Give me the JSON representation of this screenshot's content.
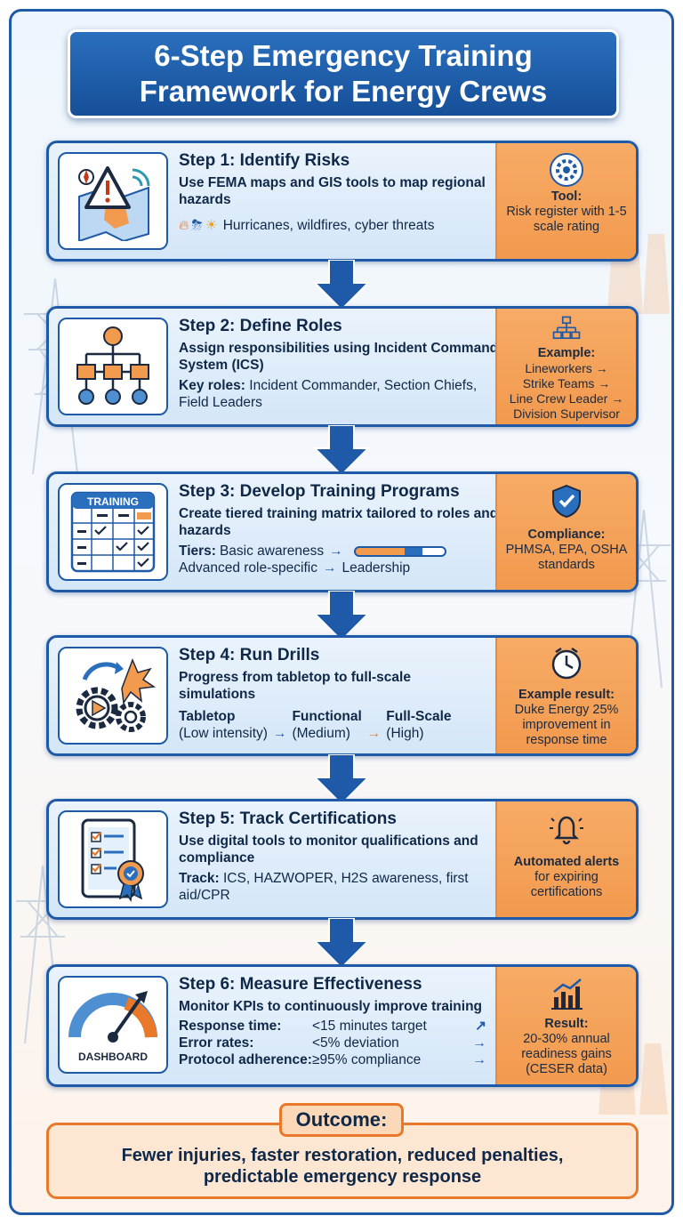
{
  "title": {
    "line1": "6-Step Emergency Training",
    "line2": "Framework for Energy Crews"
  },
  "colors": {
    "primary": "#1e5aa8",
    "accent": "#f29a4e",
    "panel": "#d4e6f8"
  },
  "steps": [
    {
      "title": "Step 1: Identify Risks",
      "desc": "Use FEMA maps and GIS tools to map regional hazards",
      "extra": "Hurricanes, wildfires, cyber threats",
      "icon": "warning-map-icon",
      "side": {
        "icon": "gear-icon",
        "label": "Tool:",
        "text": "Risk register with 1-5 scale rating"
      }
    },
    {
      "title": "Step 2: Define Roles",
      "desc": "Assign responsibilities using Incident Command System (ICS)",
      "extra_label": "Key roles:",
      "extra": "Incident Commander, Section Chiefs, Field Leaders",
      "icon": "org-chart-icon",
      "side": {
        "icon": "hierarchy-icon",
        "label": "Example:",
        "lines": [
          "Lineworkers →",
          "Strike Teams →",
          "Line Crew Leader →",
          "Division Supervisor"
        ]
      }
    },
    {
      "title": "Step 3: Develop Training Programs",
      "desc": "Create tiered training matrix tailored to roles and hazards",
      "tiers_label": "Tiers:",
      "tier1": "Basic awareness",
      "tier2": "Advanced role-specific",
      "tier3": "Leadership",
      "icon": "training-matrix-icon",
      "icon_label": "TRAINING",
      "side": {
        "icon": "shield-check-icon",
        "label": "Compliance:",
        "text": "PHMSA, EPA, OSHA standards"
      }
    },
    {
      "title": "Step 4: Run Drills",
      "desc": "Progress from tabletop to full-scale simulations",
      "drills": [
        {
          "name": "Tabletop",
          "level": "(Low intensity)"
        },
        {
          "name": "Functional",
          "level": "(Medium)"
        },
        {
          "name": "Full-Scale",
          "level": "(High)"
        }
      ],
      "icon": "gears-play-icon",
      "side": {
        "icon": "clock-icon",
        "label": "Example result:",
        "text": "Duke Energy 25% improvement in response time"
      }
    },
    {
      "title": "Step 5: Track Certifications",
      "desc": "Use digital tools to monitor qualifications and compliance",
      "extra_label": "Track:",
      "extra": "ICS, HAZWOPER, H2S awareness, first aid/CPR",
      "icon": "tablet-checklist-icon",
      "side": {
        "icon": "bell-icon",
        "label": "Automated alerts",
        "text": "for expiring certifications"
      }
    },
    {
      "title": "Step 6: Measure Effectiveness",
      "desc": "Monitor KPIs to continuously improve training",
      "kpis": [
        {
          "name": "Response time:",
          "value": "<15 minutes target"
        },
        {
          "name": "Error rates:",
          "value": "<5% deviation"
        },
        {
          "name": "Protocol adherence:",
          "value": "≥95% compliance"
        }
      ],
      "icon": "dashboard-gauge-icon",
      "icon_label": "DASHBOARD",
      "side": {
        "icon": "bar-chart-icon",
        "label": "Result:",
        "text": "20-30% annual readiness gains (CESER data)"
      }
    }
  ],
  "outcome": {
    "label": "Outcome:",
    "line1": "Fewer injuries, faster restoration, reduced penalties,",
    "line2": "predictable emergency response"
  }
}
